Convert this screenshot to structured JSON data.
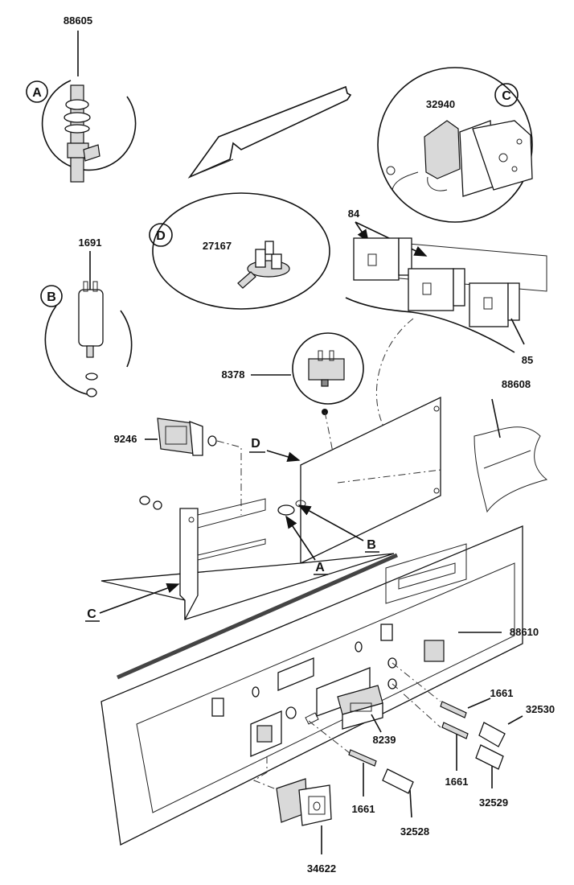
{
  "callouts": {
    "a": {
      "letter": "A",
      "part": "88605"
    },
    "b": {
      "letter": "B",
      "part": "1691"
    },
    "c": {
      "letter": "C",
      "part": "32940"
    },
    "d": {
      "letter": "D",
      "part": "27167"
    }
  },
  "parts": {
    "contactors": "84",
    "contactor_single": "85",
    "plug": "8378",
    "filter": "9246",
    "sheet": "88608",
    "panel": "88610",
    "pin_upper": "1661",
    "pin_right": "1661",
    "pin_lower": "1661",
    "knob_upper": "32530",
    "knob_right": "32529",
    "knob_lower": "32528",
    "display": "8239",
    "switch": "34622"
  },
  "markers": {
    "a": "A",
    "b": "B",
    "c": "C",
    "d": "D"
  },
  "icons": {
    "callout": "circle-letter-icon",
    "arrow": "arrowhead-icon"
  }
}
